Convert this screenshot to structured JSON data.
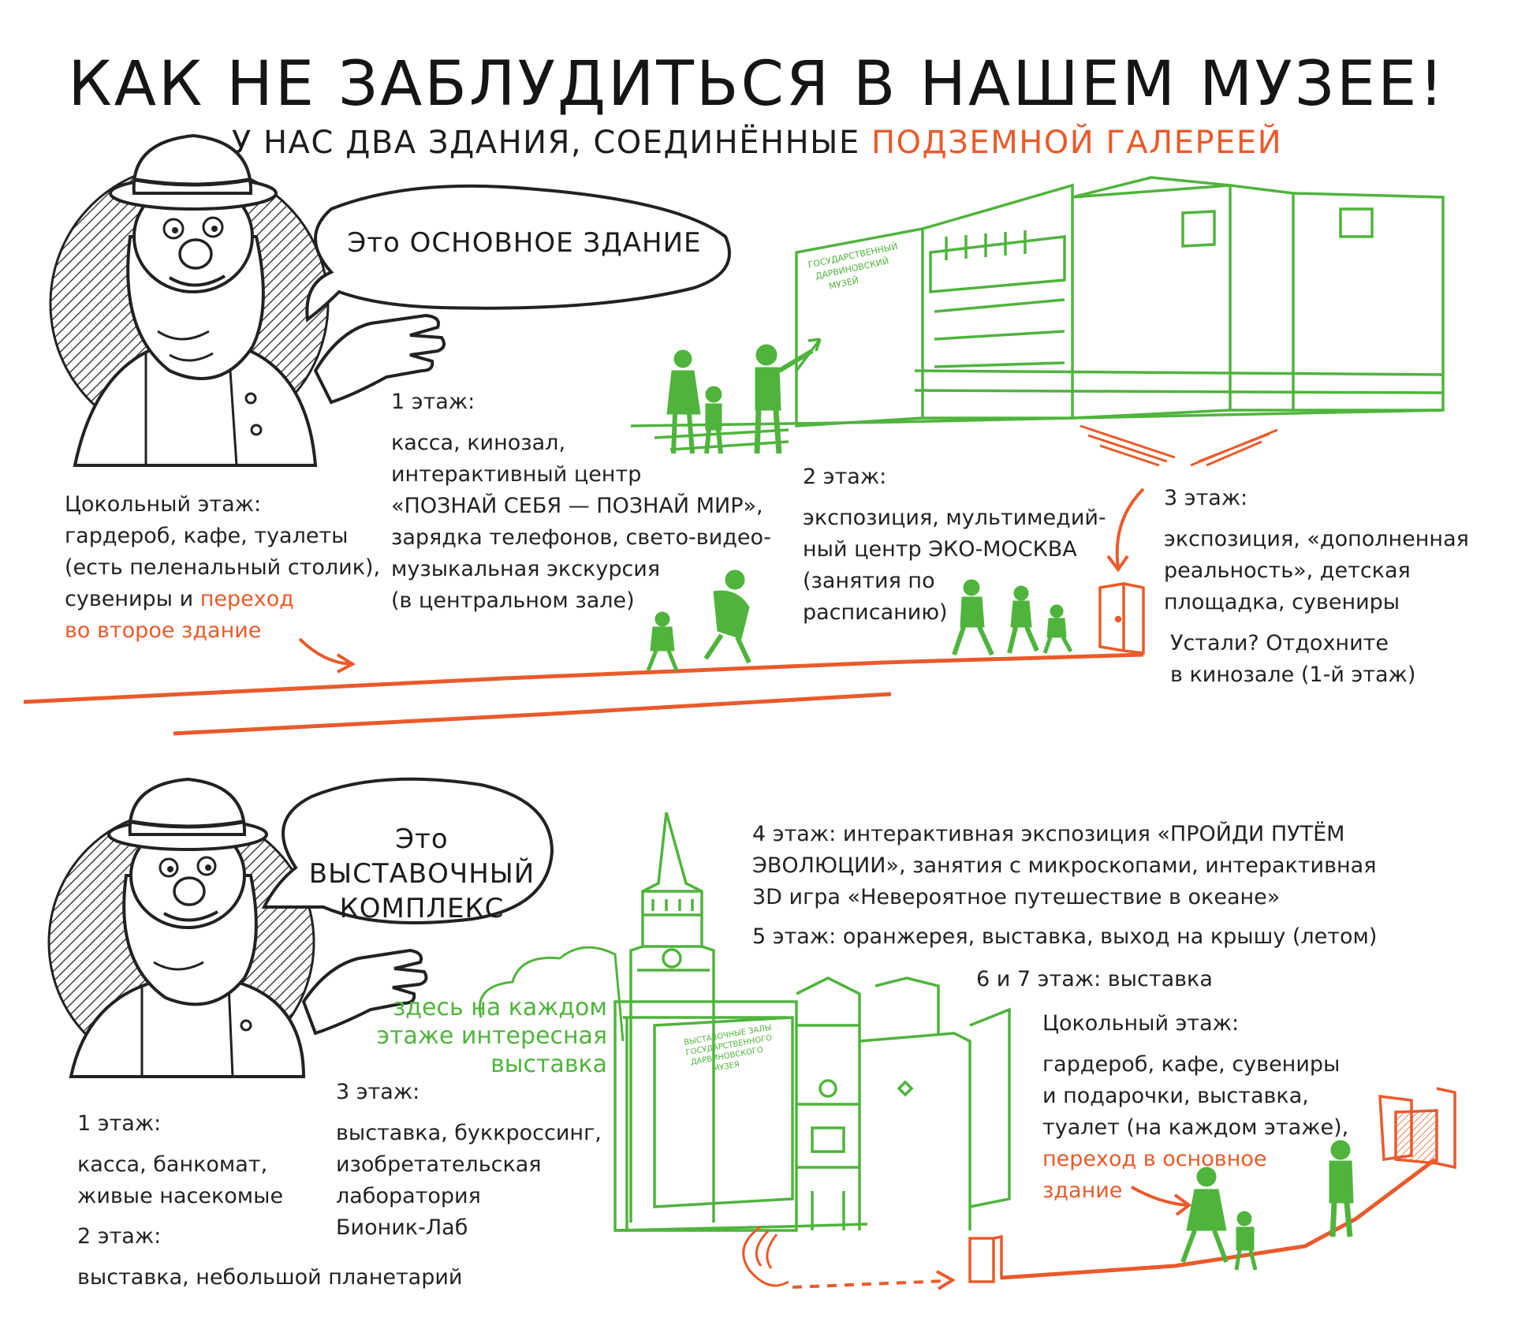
{
  "title": "КАК НЕ ЗАБЛУДИТЬСЯ В НАШЕМ МУЗЕЕ!",
  "subtitle": {
    "prefix": "У НАС ДВА ЗДАНИЯ, СОЕДИНЁННЫЕ ",
    "highlight": "ПОДЗЕМНОЙ ГАЛЕРЕЕЙ"
  },
  "colors": {
    "accent": "#ea5a2a",
    "building": "#4fb43c",
    "ink": "#1b1b1b"
  },
  "main_building": {
    "bubble": "Это ОСНОВНОЕ ЗДАНИЕ",
    "sign": [
      "ГОСУДАРСТВЕННЫЙ",
      "ДАРВИНОВСКИЙ",
      "МУЗЕЙ"
    ],
    "basement": {
      "heading": "Цокольный этаж:",
      "lines": [
        "гардероб, кафе, туалеты",
        "(есть пеленальный столик),",
        "сувениры и "
      ],
      "transfer": [
        "переход",
        "во второе здание"
      ]
    },
    "floor1": {
      "heading": "1 этаж:",
      "lines": [
        "касса, кинозал,",
        "интерактивный центр",
        "«ПОЗНАЙ СЕБЯ — ПОЗНАЙ МИР»,",
        "зарядка телефонов, свето-видео-",
        "музыкальная экскурсия",
        "(в центральном зале)"
      ]
    },
    "floor2": {
      "heading": "2 этаж:",
      "lines": [
        "экспозиция, мультимедий-",
        "ный центр ЭКО-МОСКВА",
        "(занятия по",
        "расписанию)"
      ]
    },
    "floor3": {
      "heading": "3 этаж:",
      "lines": [
        "экспозиция, «дополненная",
        "реальность», детская",
        "площадка, сувениры"
      ],
      "tip": [
        "Устали? Отдохните",
        "в кинозале (1-й этаж)"
      ]
    }
  },
  "exhibition_complex": {
    "bubble": [
      "Это",
      "ВЫСТАВОЧНЫЙ",
      "КОМПЛЕКС"
    ],
    "sign": [
      "ВЫСТАВОЧНЫЕ ЗАЛЫ",
      "ГОСУДАРСТВЕННОГО",
      "ДАРВИНОВСКОГО",
      "МУЗЕЯ"
    ],
    "cloud_note": [
      "здесь на каждом",
      "этаже интересная",
      "выставка"
    ],
    "floor1": {
      "heading": "1 этаж:",
      "lines": [
        "касса, банкомат,",
        "живые насекомые"
      ]
    },
    "floor2": {
      "heading": "2 этаж:",
      "lines": [
        "выставка, небольшой планетарий"
      ]
    },
    "floor3": {
      "heading": "3 этаж:",
      "lines": [
        "выставка, буккроссинг,",
        "изобретательская",
        "лаборатория",
        "Бионик-Лаб"
      ]
    },
    "floor4": {
      "heading": "4 этаж:",
      "lines": [
        "интерактивная экспозиция «ПРОЙДИ ПУТЁМ",
        "ЭВОЛЮЦИИ», занятия с микроскопами, интерактивная",
        "3D игра «Невероятное путешествие в океане»"
      ]
    },
    "floor5": {
      "heading": "5 этаж:",
      "text": "оранжерея, выставка, выход на крышу (летом)"
    },
    "floor67": {
      "heading": "6 и 7 этаж:",
      "text": "выставка"
    },
    "basement": {
      "heading": "Цокольный этаж:",
      "lines": [
        "гардероб, кафе, сувениры",
        "и подарочки, выставка,",
        "туалет (на каждом этаже),"
      ],
      "transfer": [
        "переход в основное",
        "здание"
      ]
    }
  }
}
